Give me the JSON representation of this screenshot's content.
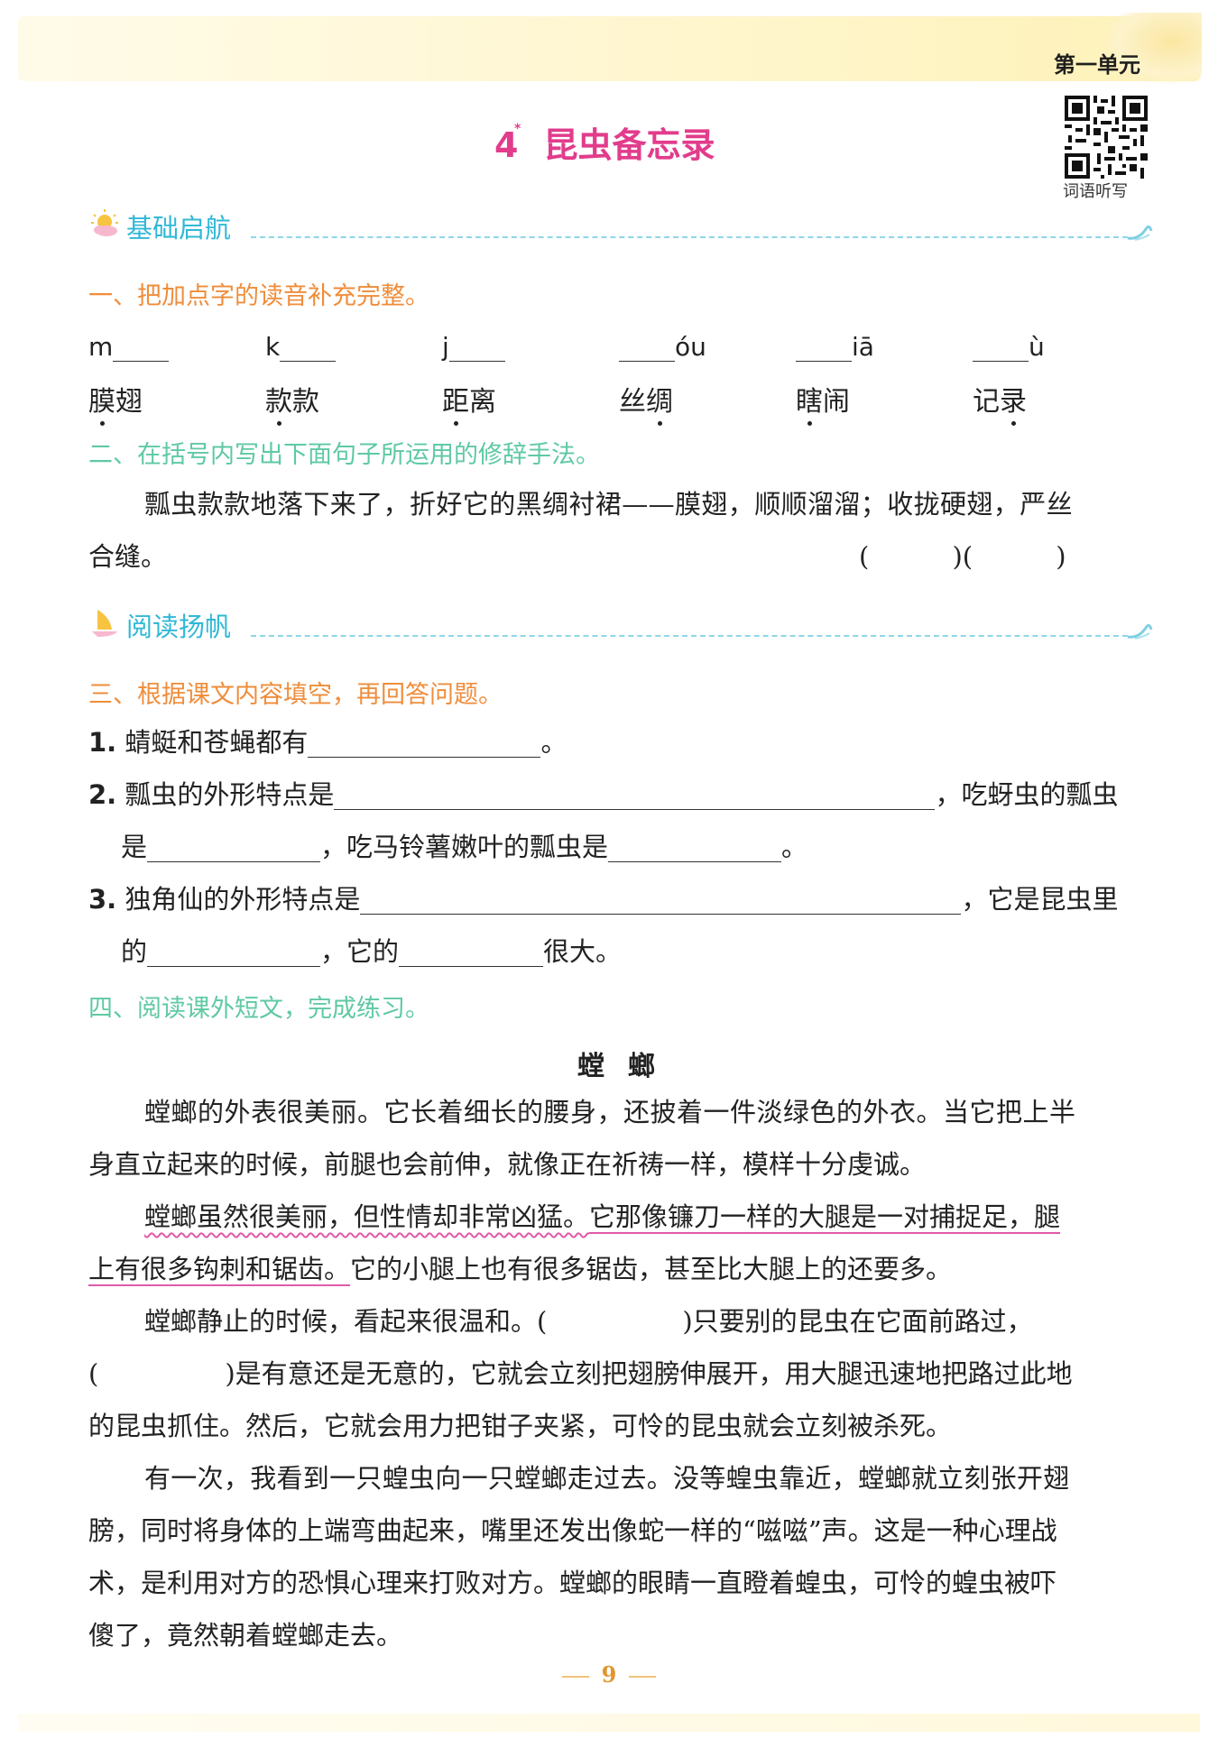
{
  "header": {
    "unit": "第一单元",
    "lesson_number": "4",
    "lesson_mark": "*",
    "lesson_title": "昆虫备忘录",
    "qr_caption": "词语听写"
  },
  "sections": {
    "basics": "基础启航",
    "reading": "阅读扬帆"
  },
  "q1": {
    "title": "一、把加点字的读音补充完整。",
    "items": [
      {
        "pinyin_pre": "m",
        "pinyin_post": "",
        "word_a": "膜",
        "word_b": "翅",
        "dot": "a"
      },
      {
        "pinyin_pre": "k",
        "pinyin_post": "",
        "word_a": "款",
        "word_b": "款",
        "dot": "a"
      },
      {
        "pinyin_pre": "j",
        "pinyin_post": "",
        "word_a": "距",
        "word_b": "离",
        "dot": "a"
      },
      {
        "pinyin_pre": "",
        "pinyin_post": "óu",
        "word_a": "丝",
        "word_b": "绸",
        "dot": "b"
      },
      {
        "pinyin_pre": "",
        "pinyin_post": "iā",
        "word_a": "瞎",
        "word_b": "闹",
        "dot": "a"
      },
      {
        "pinyin_pre": "",
        "pinyin_post": "ù",
        "word_a": "记",
        "word_b": "录",
        "dot": "b"
      }
    ]
  },
  "q2": {
    "title": "二、在括号内写出下面句子所运用的修辞手法。",
    "line1": "瓢虫款款地落下来了，折好它的黑绸衬裙——膜翅，顺顺溜溜；收拢硬翅，严丝",
    "line2": "合缝。",
    "parens": "(          )(          )"
  },
  "q3": {
    "title": "三、根据课文内容填空，再回答问题。",
    "item1_num": "1.",
    "item1_text": "蜻蜓和苍蝇都有",
    "item1_end": "。",
    "item2_num": "2.",
    "item2_text": "瓢虫的外形特点是",
    "item2_mid": "，吃蚜虫的瓢虫",
    "item2_line2_a": "是",
    "item2_line2_b": "，吃马铃薯嫩叶的瓢虫是",
    "item2_end": "。",
    "item3_num": "3.",
    "item3_text": "独角仙的外形特点是",
    "item3_mid": "，它是昆虫里",
    "item3_line2_a": "的",
    "item3_line2_b": "，它的",
    "item3_line2_c": "很大。"
  },
  "q4": {
    "title": "四、阅读课外短文，完成练习。",
    "passage_title": "螳螂",
    "p1_l1": "螳螂的外表很美丽。它长着细长的腰身，还披着一件淡绿色的外衣。当它把上半",
    "p1_l2": "身直立起来的时候，前腿也会前伸，就像正在祈祷一样，模样十分虔诚。",
    "p2_l1_wavy": "螳螂虽然很美丽，但性情却非常凶猛。",
    "p2_l1_straight": "它那像镰刀一样的大腿是一对捕捉足，腿",
    "p2_l2_straight": "上有很多钩刺和锯齿。",
    "p2_l2_rest": "它的小腿上也有很多锯齿，甚至比大腿上的还要多。",
    "p3_l1_a": "螳螂静止的时候，看起来很温和。(",
    "p3_l1_b": ")只要别的昆虫在它面前路过，",
    "p3_l2_a": "(",
    "p3_l2_b": ")是有意还是无意的，它就会立刻把翅膀伸展开，用大腿迅速地把路过此地",
    "p3_l3": "的昆虫抓住。然后，它就会用力把钳子夹紧，可怜的昆虫就会立刻被杀死。",
    "p4_l1": "有一次，我看到一只蝗虫向一只螳螂走过去。没等蝗虫靠近，螳螂就立刻张开翅",
    "p4_l2": "膀，同时将身体的上端弯曲起来，嘴里还发出像蛇一样的“嗞嗞”声。这是一种心理战",
    "p4_l3": "术，是利用对方的恐惧心理来打败对方。螳螂的眼睛一直瞪着蝗虫，可怜的蝗虫被吓",
    "p4_l4": "傻了，竟然朝着螳螂走去。"
  },
  "page_number": "9",
  "colors": {
    "title_pink": "#e23c8c",
    "section_blue": "#31b8d6",
    "question_orange": "#ef8d3b",
    "question_green": "#5fc9a3",
    "underline_pink": "#e05aa9"
  }
}
